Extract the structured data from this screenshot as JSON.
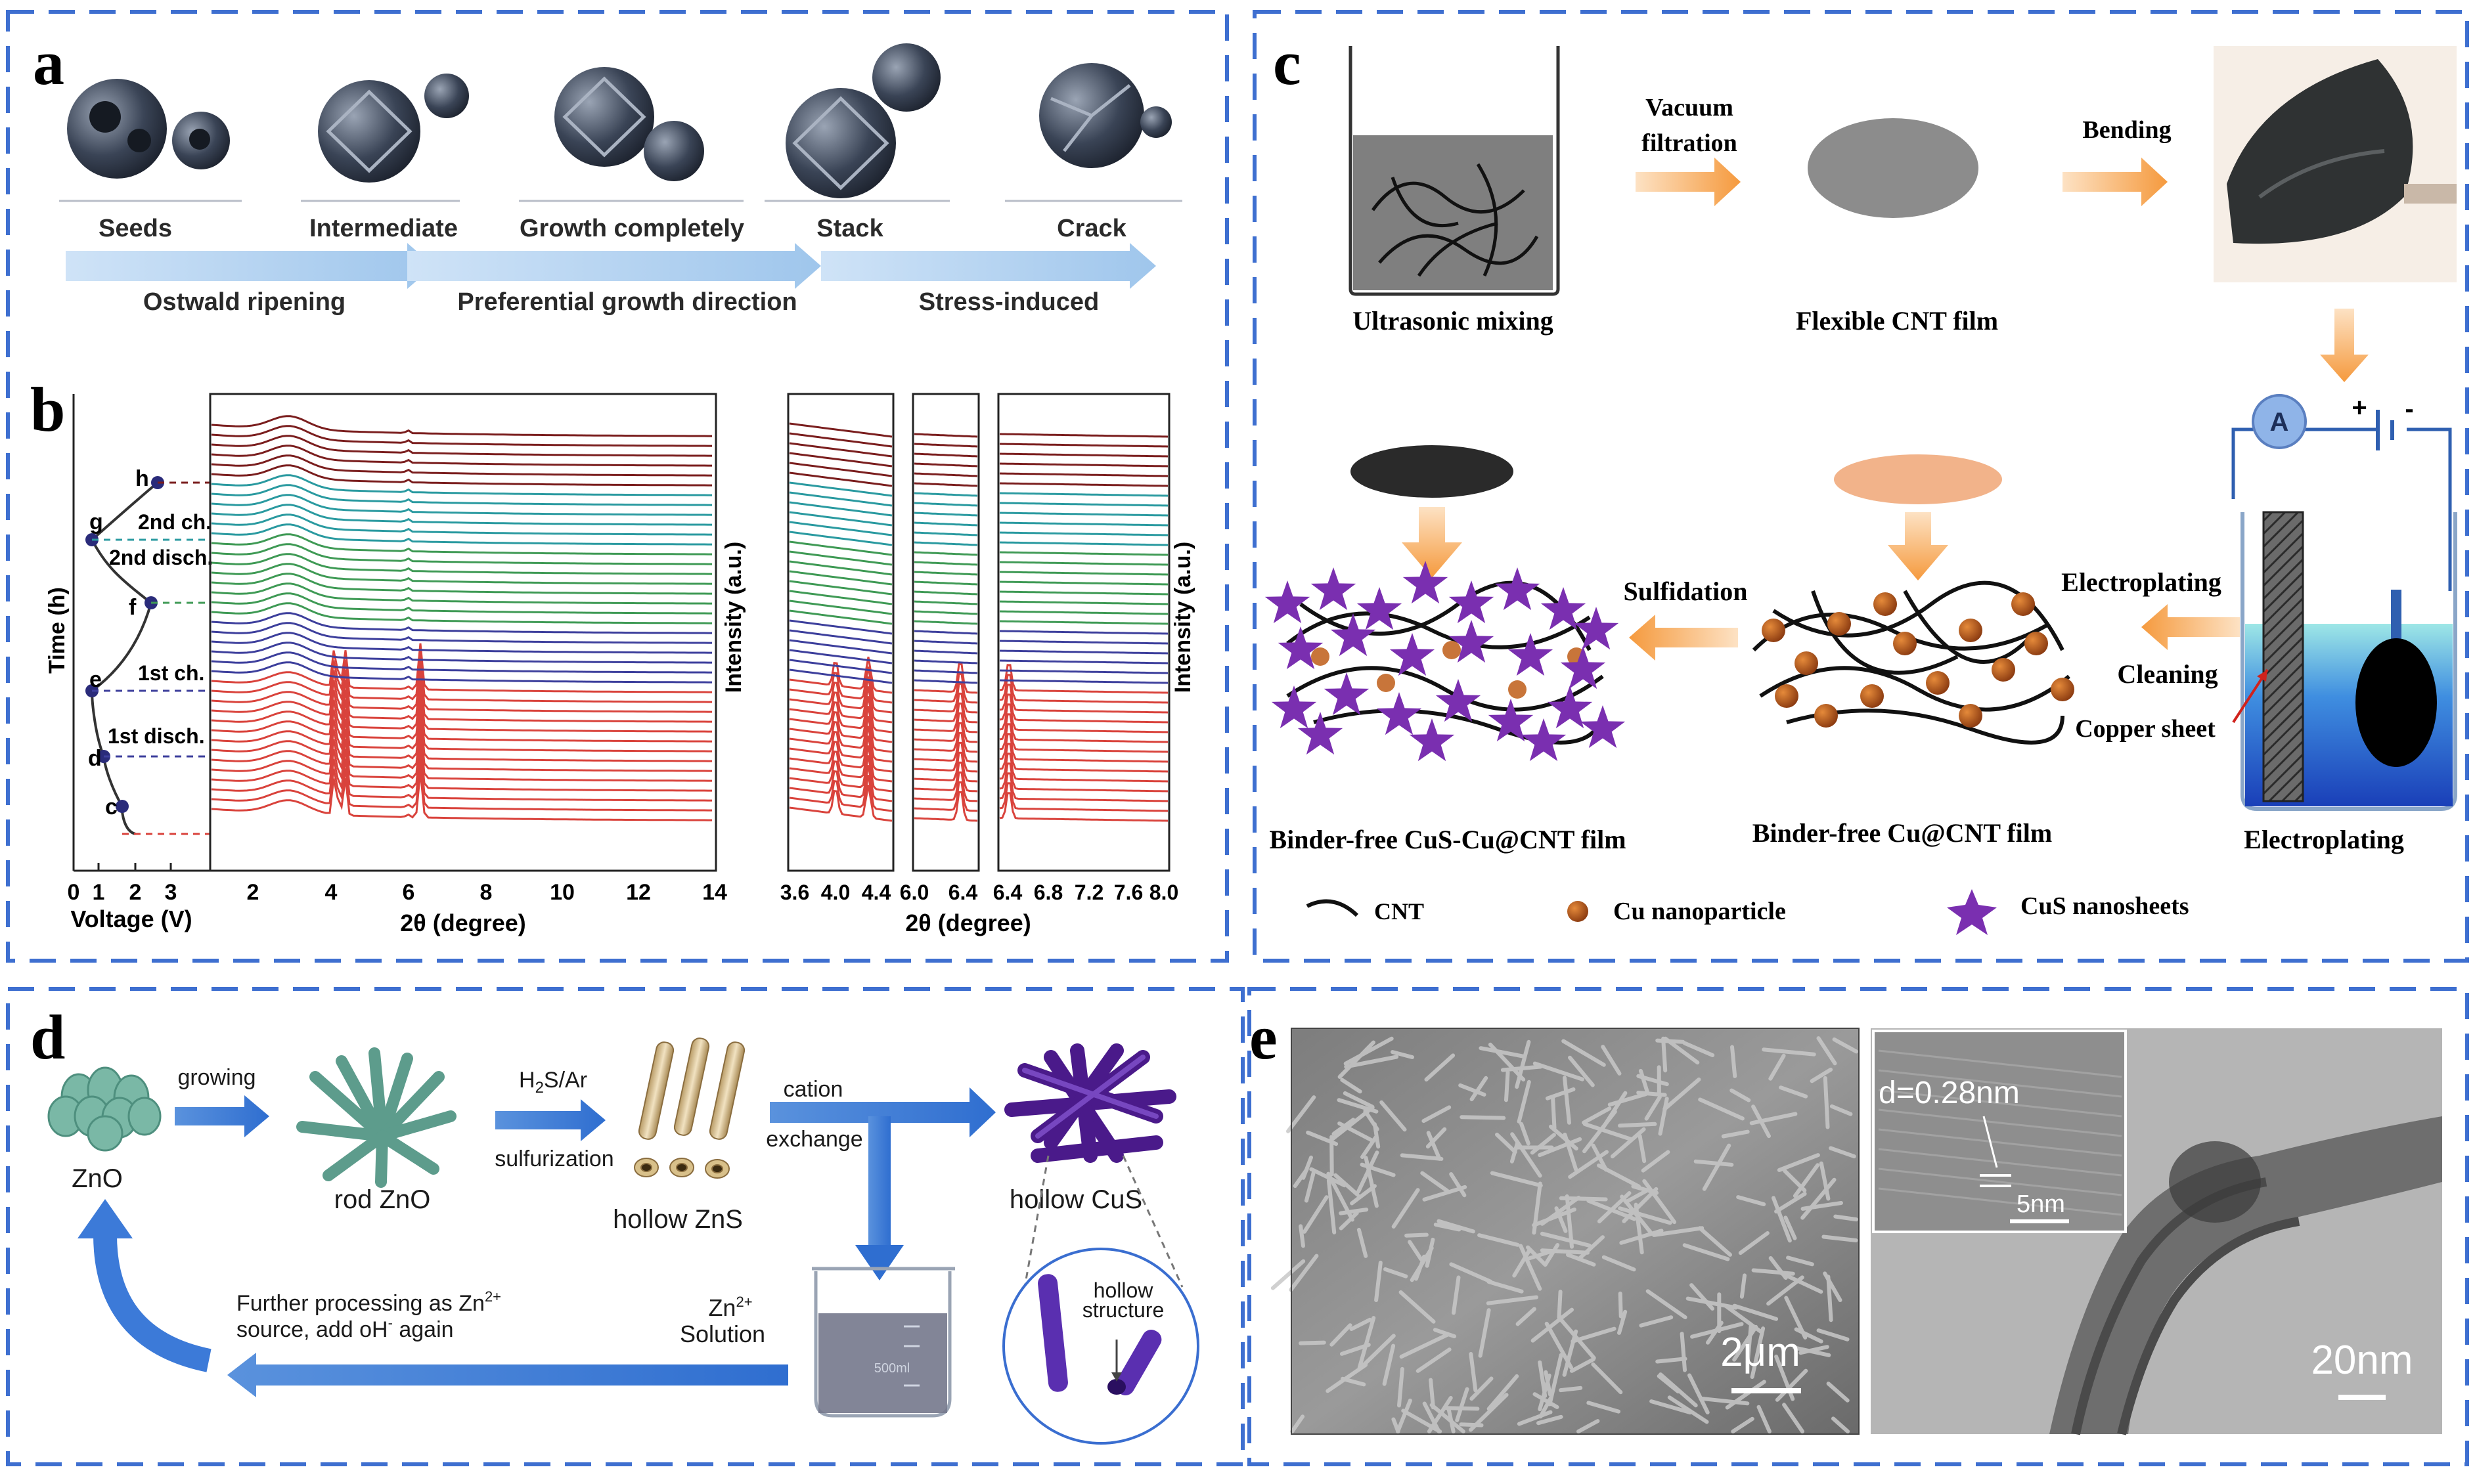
{
  "panels": {
    "a": {
      "letter": "a",
      "stages": [
        "Seeds",
        "Intermediate",
        "Growth completely",
        "Stack",
        "Crack"
      ],
      "processes": [
        "Ostwald ripening",
        "Preferential growth direction",
        "Stress-induced"
      ]
    },
    "b": {
      "letter": "b",
      "left_ylabel": "Time (h)",
      "left_xlabel": "Voltage (V)",
      "left_xticks": [
        "0",
        "1",
        "2",
        "3"
      ],
      "points": [
        "h",
        "g",
        "f",
        "e",
        "d",
        "c"
      ],
      "segment_labels": [
        "2nd ch.",
        "2nd disch.",
        "1st ch.",
        "1st disch."
      ],
      "main_xlabel": "2θ (degree)",
      "main_xticks": [
        "2",
        "4",
        "6",
        "8",
        "10",
        "12",
        "14"
      ],
      "mid_ylabel": "Intensity (a.u.)",
      "zoom_xlabel": "2θ (degree)",
      "zoom_xticks_1": [
        "3.6",
        "4.0",
        "4.4"
      ],
      "zoom_xticks_2": [
        "6.0",
        "6.4"
      ],
      "zoom_xticks_3": [
        "6.4",
        "6.8",
        "7.2",
        "7.6",
        "8.0"
      ],
      "right_ylabel": "Intensity (a.u.)",
      "curve_colors": [
        "#d9433c",
        "#3d3f9c",
        "#3f9a55",
        "#2a9aa0",
        "#7a1e1e"
      ]
    },
    "c": {
      "letter": "c",
      "step1": "Ultrasonic mixing",
      "arrow1": [
        "Vacuum",
        "filtration"
      ],
      "step2": "Flexible CNT film",
      "arrow2": "Bending",
      "electroplating_label": "Electroplating",
      "ammeter": "A",
      "plus": "+",
      "minus": "-",
      "arrow_electroplating": "Electroplating",
      "cleaning": "Cleaning",
      "copper_sheet": "Copper sheet",
      "sulfidation": "Sulfidation",
      "film_cu": "Binder-free Cu@CNT film",
      "film_cus": "Binder-free CuS-Cu@CNT film",
      "legend": [
        "CNT",
        "Cu nanoparticle",
        "CuS nanosheets"
      ]
    },
    "d": {
      "letter": "d",
      "zno": "ZnO",
      "growing": "growing",
      "rod_zno": "rod ZnO",
      "h2s": "H",
      "h2s_sub": "2",
      "h2s_rest": "S/Ar",
      "sulfurization": "sulfurization",
      "hollow_zns": "hollow ZnS",
      "cation": "cation",
      "exchange": "exchange",
      "hollow_cus": "hollow CuS",
      "hollow_structure": [
        "hollow",
        "structure"
      ],
      "zn_solution_base": "Zn",
      "zn_solution_sup": "2+",
      "zn_solution_label": "Solution",
      "further_1": "Further processing as Zn",
      "further_1_sup": "2+",
      "further_2a": "source, add oH",
      "further_2_sup": "-",
      "further_2b": " again",
      "beaker_text": "500ml"
    },
    "e": {
      "letter": "e",
      "sem_scale": "2μm",
      "d_spacing": "d=0.28nm",
      "inset_scale": "5nm",
      "tem_scale": "20nm"
    }
  }
}
